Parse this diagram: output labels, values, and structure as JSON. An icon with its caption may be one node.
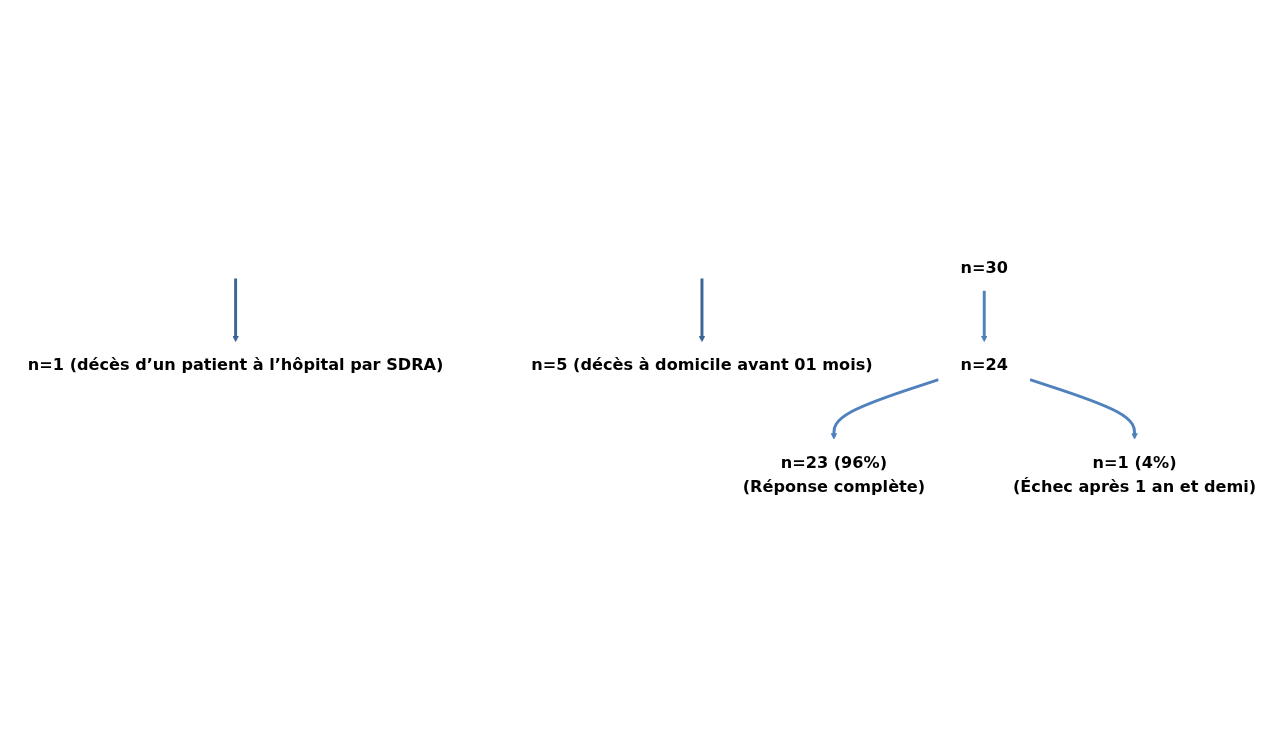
{
  "diagram": {
    "nodes": [
      {
        "text": [
          "n=30"
        ]
      },
      {
        "text": [
          "n=1 (décès d’un patient à l’hôpital par SDRA)"
        ]
      },
      {
        "text": [
          "n=5 (décès à domicile avant 01 mois)"
        ]
      },
      {
        "text": [
          "n=24"
        ]
      },
      {
        "text": [
          "n=23 (96%)",
          "(Réponse complète)"
        ]
      },
      {
        "text": [
          "n=1 (4%)",
          "(Échec après 1 an et demi)"
        ]
      }
    ],
    "edges": [
      {
        "from": 0,
        "to": 3,
        "arrow": "to"
      },
      {
        "from": null,
        "to": 1,
        "arrow": "to",
        "color": "#3b6497"
      },
      {
        "from": null,
        "to": 2,
        "arrow": "to",
        "color": "#3b6497"
      },
      {
        "from": 3,
        "to": 4,
        "arrow": "to"
      },
      {
        "from": 3,
        "to": 5,
        "arrow": "to"
      }
    ]
  }
}
